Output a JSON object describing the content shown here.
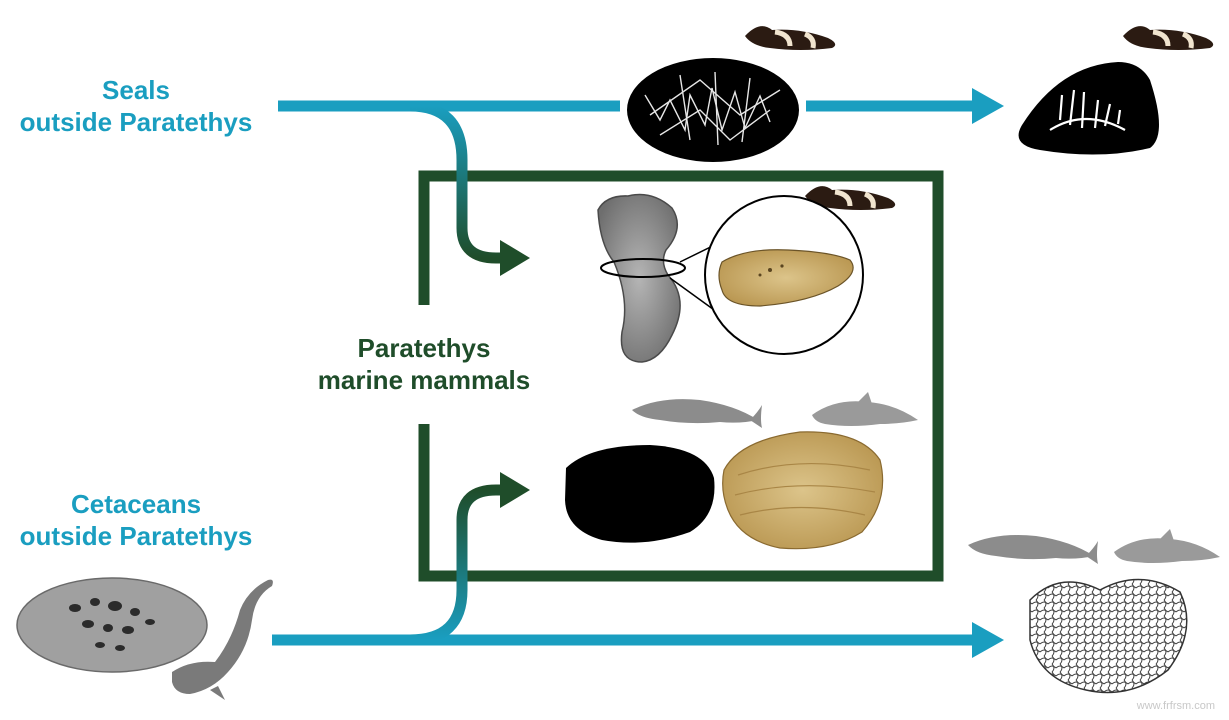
{
  "labels": {
    "seals_outside": [
      "Seals",
      "outside Paratethys"
    ],
    "cetaceans_outside": [
      "Cetaceans",
      "outside Paratethys"
    ],
    "paratethys": [
      "Paratethys",
      "marine mammals"
    ]
  },
  "watermark": "www.frfrsm.com",
  "colors": {
    "cyan_arrow": "#1a9ec0",
    "dark_green": "#1f4d2a",
    "bone_dense": "#000000",
    "bone_tan": "#c9a763"
  }
}
